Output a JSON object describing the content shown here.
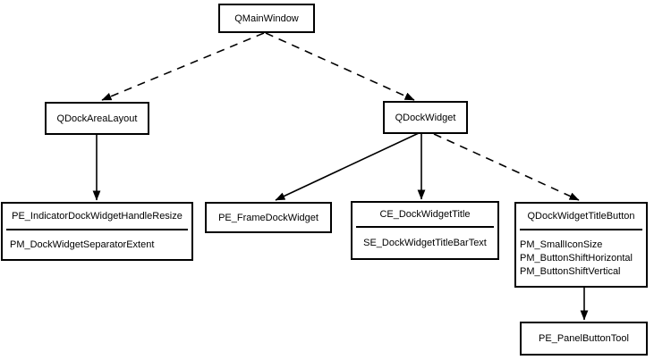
{
  "diagram": {
    "type": "class-hierarchy",
    "colors": {
      "background": "#ffffff",
      "line": "#000000",
      "text": "#000000",
      "box_fill": "#ffffff"
    },
    "nodes": {
      "qmainwindow": {
        "label": "QMainWindow"
      },
      "qdockarealayout": {
        "label": "QDockAreaLayout"
      },
      "qdockwidget": {
        "label": "QDockWidget"
      },
      "dock_handle": {
        "title": "PE_IndicatorDockWidgetHandleResize",
        "items": [
          "PM_DockWidgetSeparatorExtent"
        ]
      },
      "frame_dock_widget": {
        "label": "PE_FrameDockWidget"
      },
      "dock_widget_title": {
        "title": "CE_DockWidgetTitle",
        "items": [
          "SE_DockWidgetTitleBarText"
        ]
      },
      "title_button": {
        "title": "QDockWidgetTitleButton",
        "items": [
          "PM_SmallIconSize",
          "PM_ButtonShiftHorizontal",
          "PM_ButtonShiftVertical"
        ]
      },
      "panel_button_tool": {
        "label": "PE_PanelButtonTool"
      }
    },
    "edges": [
      {
        "from": "qmainwindow",
        "to": "qdockarealayout",
        "style": "dashed"
      },
      {
        "from": "qmainwindow",
        "to": "qdockwidget",
        "style": "dashed"
      },
      {
        "from": "qdockarealayout",
        "to": "dock_handle",
        "style": "solid"
      },
      {
        "from": "qdockwidget",
        "to": "frame_dock_widget",
        "style": "solid"
      },
      {
        "from": "qdockwidget",
        "to": "dock_widget_title",
        "style": "solid"
      },
      {
        "from": "qdockwidget",
        "to": "title_button",
        "style": "dashed"
      },
      {
        "from": "title_button",
        "to": "panel_button_tool",
        "style": "solid"
      }
    ]
  }
}
